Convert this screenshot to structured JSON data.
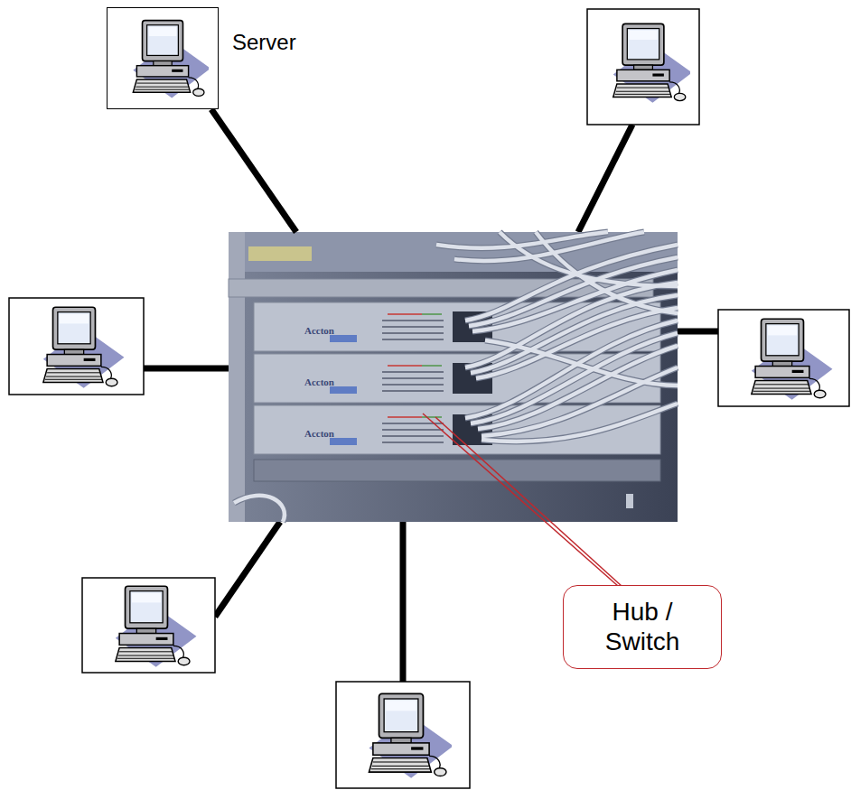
{
  "diagram": {
    "nodes": [
      {
        "text": [
          "Server"
        ]
      },
      {
        "text": [
          "Accton",
          "Accton",
          "Accton"
        ]
      },
      {
        "text": [
          "Hub / Switch"
        ]
      }
    ],
    "edges": [
      {
        "from": 0,
        "to": 1,
        "arrow": "none"
      }
    ]
  }
}
